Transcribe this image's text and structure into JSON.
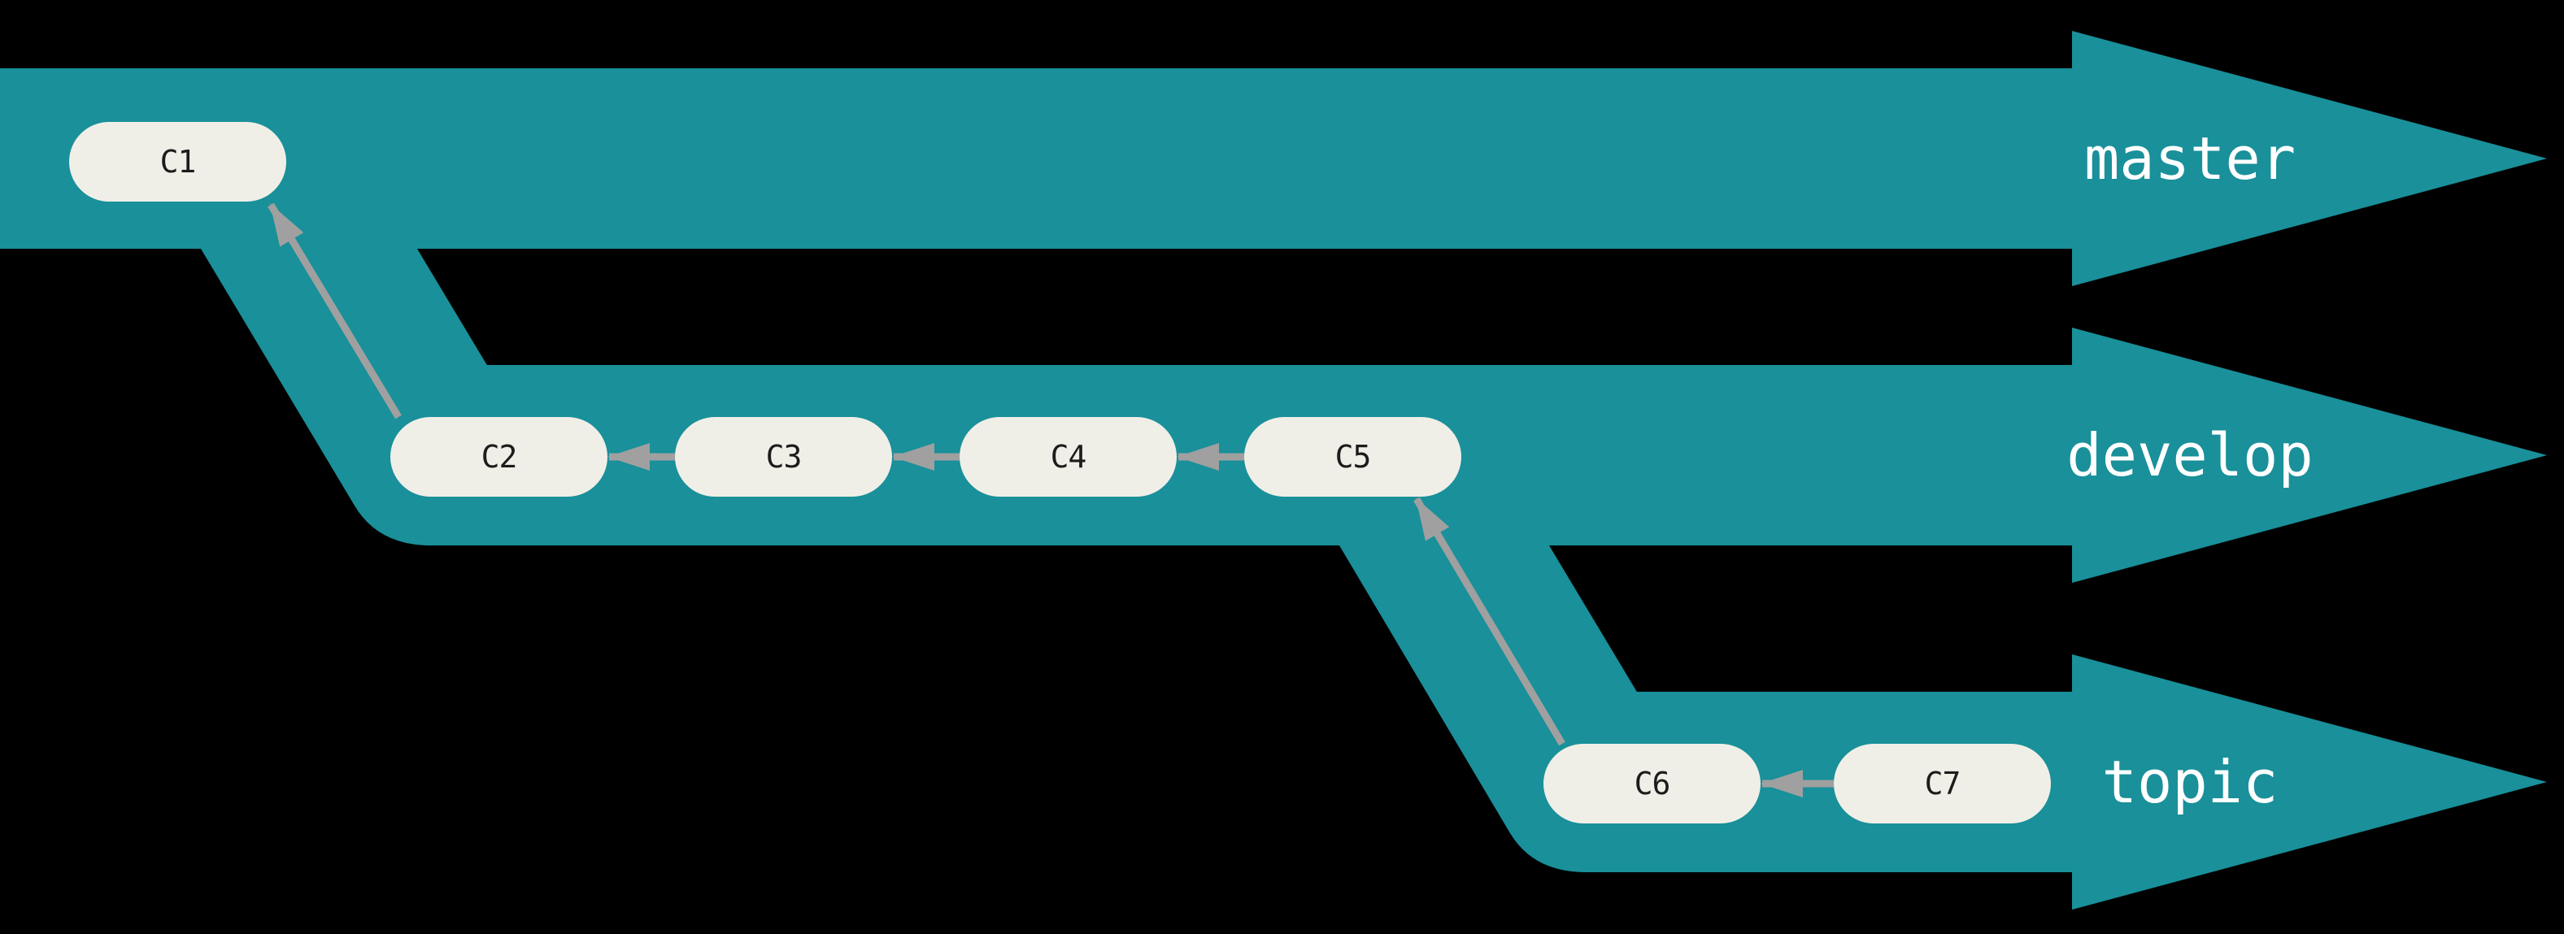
{
  "diagram": {
    "type": "git-branch-workflow",
    "colors": {
      "background": "#000000",
      "band": "#19909a",
      "node_fill": "#f0efe7",
      "node_text": "#1c1c1c",
      "label_text": "#ffffff",
      "arrow": "#a0a0a0"
    },
    "branches": [
      {
        "id": "master",
        "label": "master"
      },
      {
        "id": "develop",
        "label": "develop"
      },
      {
        "id": "topic",
        "label": "topic"
      }
    ],
    "commits": [
      {
        "id": "C1",
        "label": "C1",
        "branch": "master"
      },
      {
        "id": "C2",
        "label": "C2",
        "branch": "develop"
      },
      {
        "id": "C3",
        "label": "C3",
        "branch": "develop"
      },
      {
        "id": "C4",
        "label": "C4",
        "branch": "develop"
      },
      {
        "id": "C5",
        "label": "C5",
        "branch": "develop"
      },
      {
        "id": "C6",
        "label": "C6",
        "branch": "topic"
      },
      {
        "id": "C7",
        "label": "C7",
        "branch": "topic"
      }
    ],
    "edges": [
      {
        "from": "C2",
        "to": "C1"
      },
      {
        "from": "C3",
        "to": "C2"
      },
      {
        "from": "C4",
        "to": "C3"
      },
      {
        "from": "C5",
        "to": "C4"
      },
      {
        "from": "C6",
        "to": "C5"
      },
      {
        "from": "C7",
        "to": "C6"
      }
    ]
  }
}
